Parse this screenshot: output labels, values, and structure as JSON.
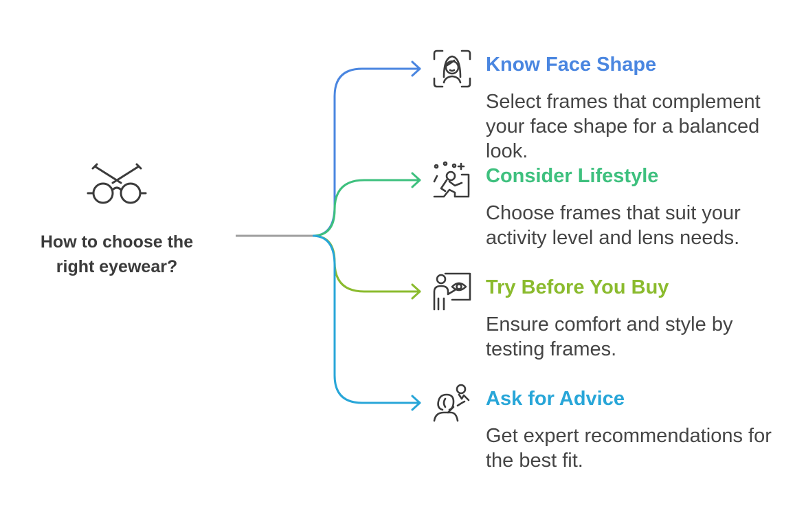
{
  "root": {
    "title": "How to choose the\nright eyewear?",
    "icon": "eyeglasses-icon"
  },
  "colors": {
    "trunk": "#9e9e9e",
    "icon_stroke": "#3b3b3b",
    "text": "#454545"
  },
  "branches": [
    {
      "title": "Know Face Shape",
      "description": "Select frames that complement your face shape for a balanced look.",
      "color": "#4a86e0",
      "icon": "face-scan-icon"
    },
    {
      "title": "Consider Lifestyle",
      "description": "Choose frames that suit your activity level and lens needs.",
      "color": "#3ec07e",
      "icon": "active-person-icon"
    },
    {
      "title": "Try Before You Buy",
      "description": "Ensure comfort and style by testing frames.",
      "color": "#8bbb2e",
      "icon": "presenter-eye-icon"
    },
    {
      "title": "Ask for Advice",
      "description": "Get expert recommendations for the best fit.",
      "color": "#28a6d8",
      "icon": "person-asking-icon"
    }
  ]
}
